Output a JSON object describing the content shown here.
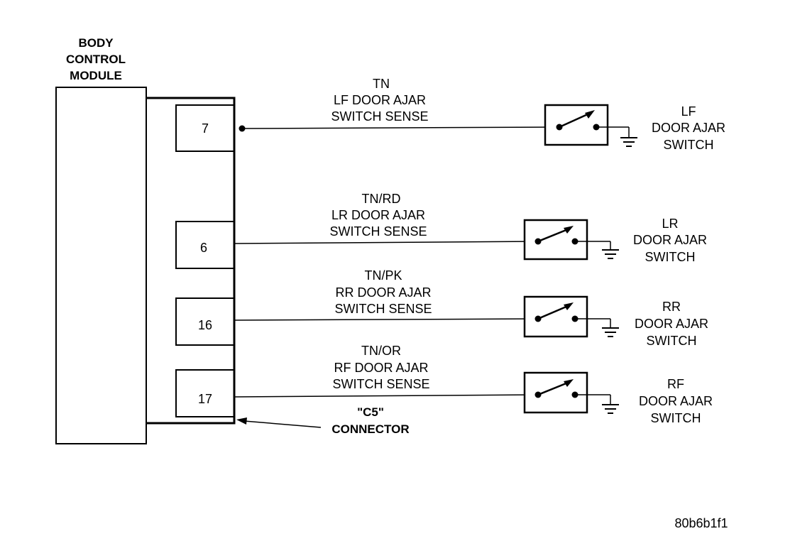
{
  "module": {
    "label_lines": [
      "BODY",
      "CONTROL",
      "MODULE"
    ]
  },
  "connector": {
    "name_lines": [
      "\"C5\"",
      "CONNECTOR"
    ]
  },
  "circuits": [
    {
      "pin": "7",
      "wire_color": "TN",
      "signal_lines": [
        "LF DOOR AJAR",
        "SWITCH SENSE"
      ],
      "switch_lines": [
        "LF",
        "DOOR AJAR",
        "SWITCH"
      ]
    },
    {
      "pin": "6",
      "wire_color": "TN/RD",
      "signal_lines": [
        "LR DOOR AJAR",
        "SWITCH SENSE"
      ],
      "switch_lines": [
        "LR",
        "DOOR AJAR",
        "SWITCH"
      ]
    },
    {
      "pin": "16",
      "wire_color": "TN/PK",
      "signal_lines": [
        "RR DOOR AJAR",
        "SWITCH SENSE"
      ],
      "switch_lines": [
        "RR",
        "DOOR AJAR",
        "SWITCH"
      ]
    },
    {
      "pin": "17",
      "wire_color": "TN/OR",
      "signal_lines": [
        "RF DOOR AJAR",
        "SWITCH SENSE"
      ],
      "switch_lines": [
        "RF",
        "DOOR AJAR",
        "SWITCH"
      ]
    }
  ],
  "figure_id": "80b6b1f1"
}
